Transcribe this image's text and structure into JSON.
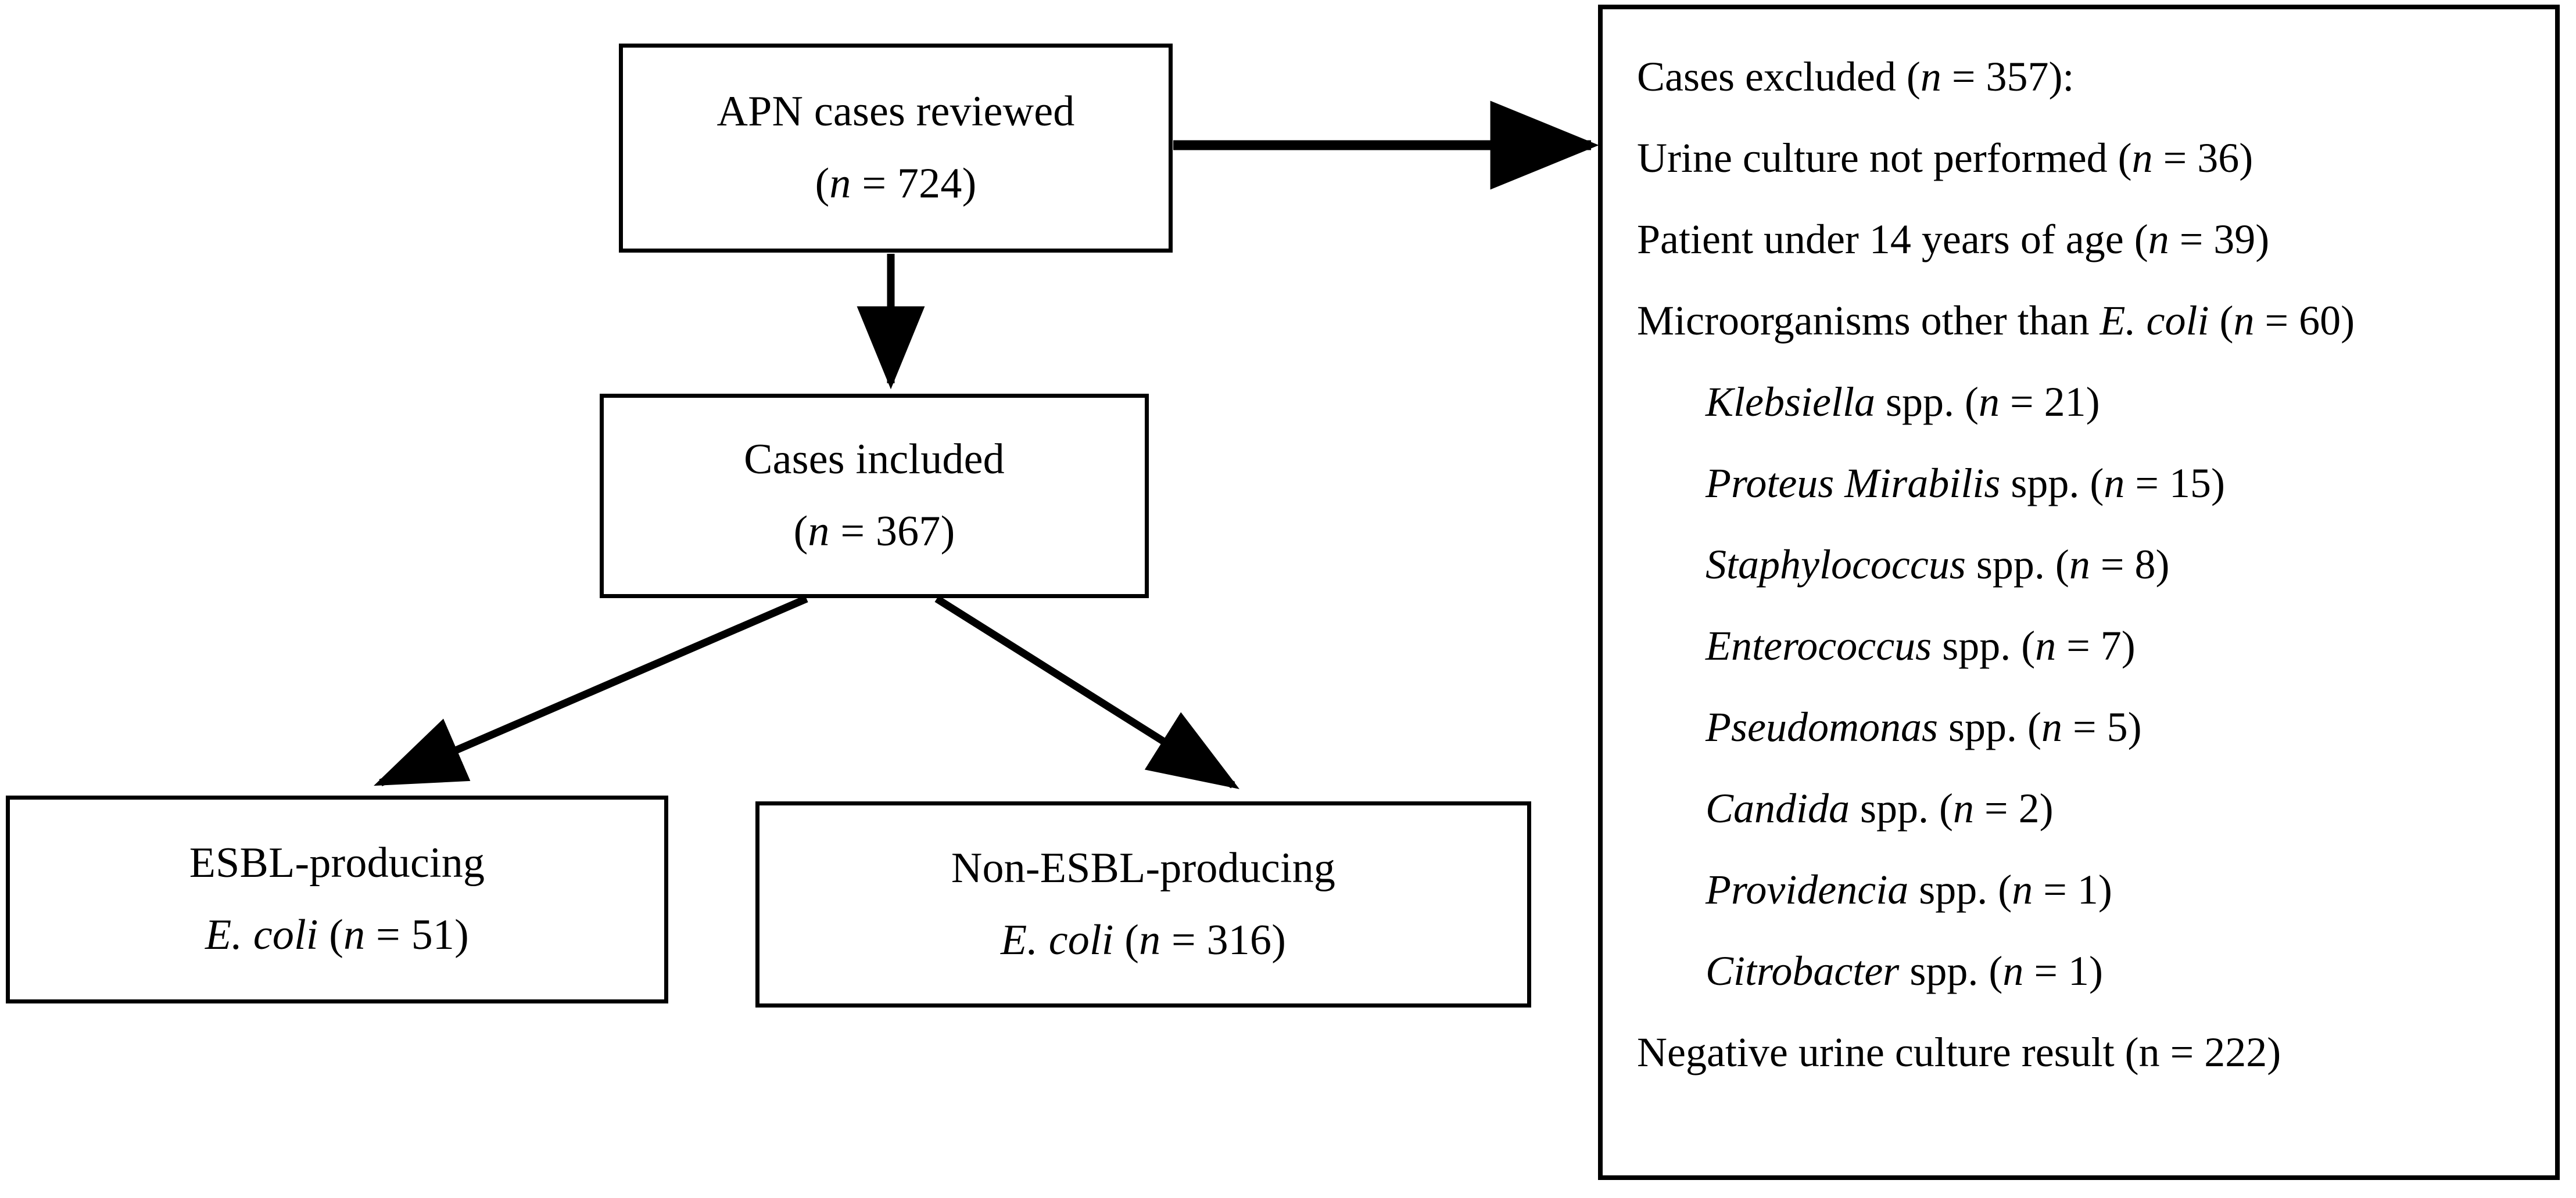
{
  "diagram": {
    "type": "flowchart",
    "title": "APN case selection flow diagram",
    "boxes": {
      "reviewed": {
        "label": "APN cases reviewed",
        "count_prefix": "(",
        "count_var": "n",
        "count_eq": " = ",
        "count_value": "724",
        "count_suffix": ")",
        "count_text": "(n = 724)",
        "n": 724
      },
      "included": {
        "label": "Cases included",
        "count_var": "n",
        "count_value": "367",
        "count_text": "(n = 367)",
        "n": 367
      },
      "esbl": {
        "label": "ESBL-producing",
        "organism": "E. coli",
        "count_var": "n",
        "count_value": "51",
        "count_text": "E. coli (n = 51)",
        "n": 51
      },
      "non_esbl": {
        "label": "Non-ESBL-producing",
        "organism": "E. coli",
        "count_var": "n",
        "count_value": "316",
        "count_text": "E. coli (n = 316)",
        "n": 316
      }
    },
    "excluded_panel": {
      "heading": "Cases excluded",
      "heading_n": "357",
      "heading_full": "Cases excluded (n = 357):",
      "lines": [
        {
          "indent": false,
          "text_before": "Cases excluded (",
          "var": "n",
          "eq": " = ",
          "value": "357",
          "text_after": "):",
          "italic_var": true
        },
        {
          "indent": false,
          "text_before": "Urine culture not performed (",
          "var": "n",
          "eq": " = ",
          "value": "36",
          "text_after": ")",
          "italic_var": true
        },
        {
          "indent": false,
          "text_before": "Patient under 14 years of age (",
          "var": "n",
          "eq": " = ",
          "value": "39",
          "text_after": ")",
          "italic_var": true
        },
        {
          "indent": false,
          "text_before": "Microorganisms other than ",
          "italic_name": "E. coli",
          "mid": " (",
          "var": "n",
          "eq": " = ",
          "value": "60",
          "text_after": ")",
          "italic_var": true
        },
        {
          "indent": true,
          "italic_name": "Klebsiella",
          "mid": " spp. (",
          "var": "n",
          "eq": " = ",
          "value": "21",
          "text_after": ")",
          "italic_var": true
        },
        {
          "indent": true,
          "italic_name": "Proteus Mirabilis",
          "mid": " spp. (",
          "var": "n",
          "eq": " = ",
          "value": "15",
          "text_after": ")",
          "italic_var": true
        },
        {
          "indent": true,
          "italic_name": "Staphylococcus",
          "mid": " spp. (",
          "var": "n",
          "eq": " = ",
          "value": "8",
          "text_after": ")",
          "italic_var": true
        },
        {
          "indent": true,
          "italic_name": "Enterococcus",
          "mid": " spp. (",
          "var": "n",
          "eq": " = ",
          "value": "7",
          "text_after": ")",
          "italic_var": true
        },
        {
          "indent": true,
          "italic_name": "Pseudomonas",
          "mid": " spp. (",
          "var": "n",
          "eq": " = ",
          "value": "5",
          "text_after": ")",
          "italic_var": true
        },
        {
          "indent": true,
          "italic_name": "Candida",
          "mid": " spp. (",
          "var": "n",
          "eq": " = ",
          "value": "2",
          "text_after": ")",
          "italic_var": true
        },
        {
          "indent": true,
          "italic_name": "Providencia",
          "mid": " spp. (",
          "var": "n",
          "eq": " = ",
          "value": "1",
          "text_after": ")",
          "italic_var": true
        },
        {
          "indent": true,
          "italic_name": "Citrobacter",
          "mid": " spp. (",
          "var": "n",
          "eq": " = ",
          "value": "1",
          "text_after": ")",
          "italic_var": true
        },
        {
          "indent": false,
          "text_before": "Negative urine culture result (",
          "var": "n",
          "eq": " = ",
          "value": "222",
          "text_after": ")",
          "italic_var": false
        }
      ]
    },
    "exclusion_breakdown": {
      "total_excluded": 357,
      "items": [
        {
          "reason": "Urine culture not performed",
          "n": 36
        },
        {
          "reason": "Patient under 14 years of age",
          "n": 39
        },
        {
          "reason": "Microorganisms other than E. coli",
          "n": 60
        },
        {
          "reason": "Negative urine culture result",
          "n": 222
        }
      ],
      "organisms": [
        {
          "name": "Klebsiella spp.",
          "n": 21
        },
        {
          "name": "Proteus Mirabilis spp.",
          "n": 15
        },
        {
          "name": "Staphylococcus spp.",
          "n": 8
        },
        {
          "name": "Enterococcus spp.",
          "n": 7
        },
        {
          "name": "Pseudomonas spp.",
          "n": 5
        },
        {
          "name": "Candida spp.",
          "n": 2
        },
        {
          "name": "Providencia spp.",
          "n": 1
        },
        {
          "name": "Citrobacter spp.",
          "n": 1
        }
      ]
    },
    "colors": {
      "stroke": "#000000",
      "background": "#ffffff",
      "text": "#000000"
    }
  }
}
